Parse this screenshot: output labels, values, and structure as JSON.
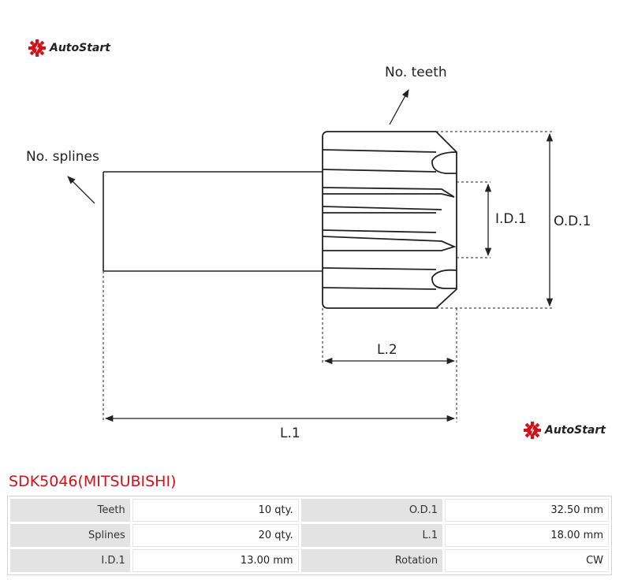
{
  "brand": {
    "name": "AutoStart",
    "accent": "#d0121b"
  },
  "diagram": {
    "labels": {
      "teeth": "No. teeth",
      "splines": "No. splines",
      "id1": "I.D.1",
      "od1": "O.D.1",
      "l2": "L.2",
      "l1": "L.1"
    }
  },
  "part": {
    "title": "SDK5046(MITSUBISHI)"
  },
  "specs": {
    "rows": [
      [
        {
          "k": "Teeth",
          "v": "10 qty."
        },
        {
          "k": "O.D.1",
          "v": "32.50 mm"
        }
      ],
      [
        {
          "k": "Splines",
          "v": "20 qty."
        },
        {
          "k": "L.1",
          "v": "18.00 mm"
        }
      ],
      [
        {
          "k": "I.D.1",
          "v": "13.00 mm"
        },
        {
          "k": "Rotation",
          "v": "CW"
        }
      ]
    ]
  }
}
